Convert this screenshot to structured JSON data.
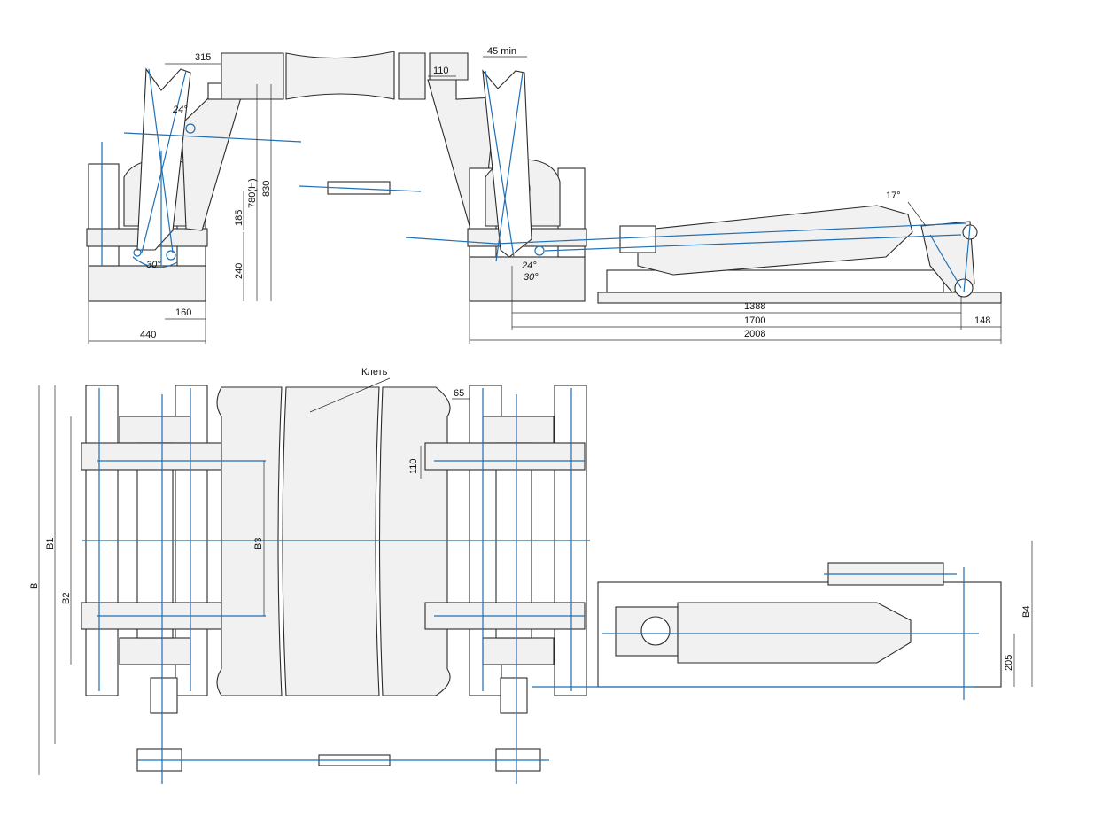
{
  "colors": {
    "line": "#2b2b2b",
    "axis": "#1f6fb5",
    "fill": "#f1f1f1"
  },
  "top_view_left": {
    "dim_315": "315",
    "dim_24": "24°",
    "dim_30": "30°",
    "dim_185": "185",
    "dim_780H": "780(H)",
    "dim_830": "830",
    "dim_240": "240",
    "dim_160": "160",
    "dim_440": "440"
  },
  "top_view_right": {
    "dim_45min": "45 min",
    "dim_110": "110",
    "dim_17": "17°",
    "dim_24": "24°",
    "dim_30": "30°",
    "dim_1388": "1388",
    "dim_1700": "1700",
    "dim_148": "148",
    "dim_2008": "2008"
  },
  "plan_view": {
    "stand_label": "Клеть",
    "dim_65": "65",
    "dim_110": "110",
    "dim_B": "B",
    "dim_B1": "B1",
    "dim_B2": "B2",
    "dim_B3": "B3",
    "dim_B4": "B4",
    "dim_205": "205"
  }
}
